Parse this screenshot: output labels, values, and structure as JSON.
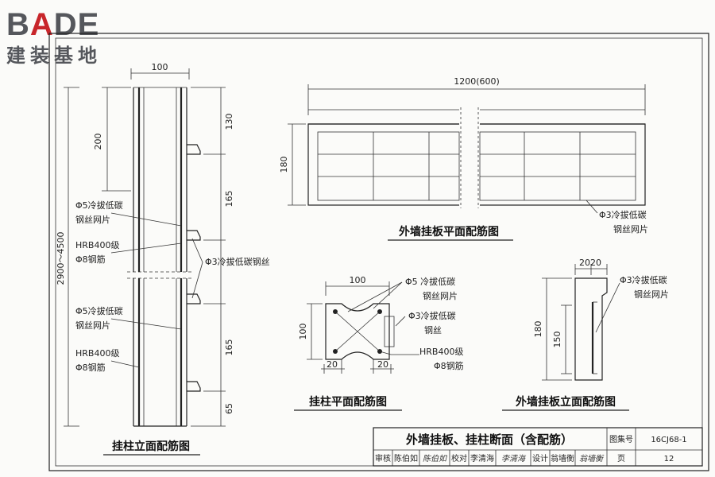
{
  "logo": {
    "latin_prefix": "B",
    "latin_accent": "A",
    "latin_suffix": "DE",
    "chinese": "建装基地"
  },
  "column_elev": {
    "title": "挂柱立面配筋图",
    "dim_width": "100",
    "dim_200": "200",
    "dim_total": "2900～4500",
    "dim_130": "130",
    "dim_165a": "165",
    "dim_165b": "165",
    "dim_65": "65",
    "label_mesh_1a": "Φ5冷拔低碳",
    "label_mesh_1b": "钢丝网片",
    "label_bar_1a": "HRB400级",
    "label_bar_1b": "Φ8钢筋",
    "label_wire": "Φ3冷拔低碳钢丝",
    "label_mesh_2a": "Φ5冷拔低碳",
    "label_mesh_2b": "钢丝网片",
    "label_bar_2a": "HRB400级",
    "label_bar_2b": "Φ8钢筋"
  },
  "panel_plan": {
    "title": "外墙挂板平面配筋图",
    "dim_length": "1200(600)",
    "dim_180": "180",
    "label_mesh_a": "Φ3冷拔低碳",
    "label_mesh_b": "钢丝网片"
  },
  "column_plan": {
    "title": "挂柱平面配筋图",
    "dim_100_top": "100",
    "dim_100_left": "100",
    "dim_20_left": "20",
    "dim_20_right": "20",
    "label_mesh_a": "Φ5 冷拔低碳",
    "label_mesh_b": "钢丝网片",
    "label_wire_a": "Φ3冷拔低碳",
    "label_wire_b": "钢丝",
    "label_bar_a": "HRB400级",
    "label_bar_b": "Φ8钢筋"
  },
  "panel_elev": {
    "title": "外墙挂板立面配筋图",
    "dim_top": "2020",
    "dim_180": "180",
    "dim_150": "150",
    "label_mesh_a": "Φ3冷拔低碳",
    "label_mesh_b": "钢丝网片"
  },
  "title_block": {
    "title": "外墙挂板、挂柱断面（含配筋）",
    "atlas_label": "图集号",
    "atlas_value": "16CJ68-1",
    "review_label": "审核",
    "review_name": "陈伯如",
    "review_sig": "陈伯如",
    "check_label": "校对",
    "check_name": "李清海",
    "check_sig": "李清海",
    "design_label": "设计",
    "design_name": "翁墙衡",
    "design_sig": "翁墙衡",
    "page_label": "页",
    "page_value": "12"
  }
}
